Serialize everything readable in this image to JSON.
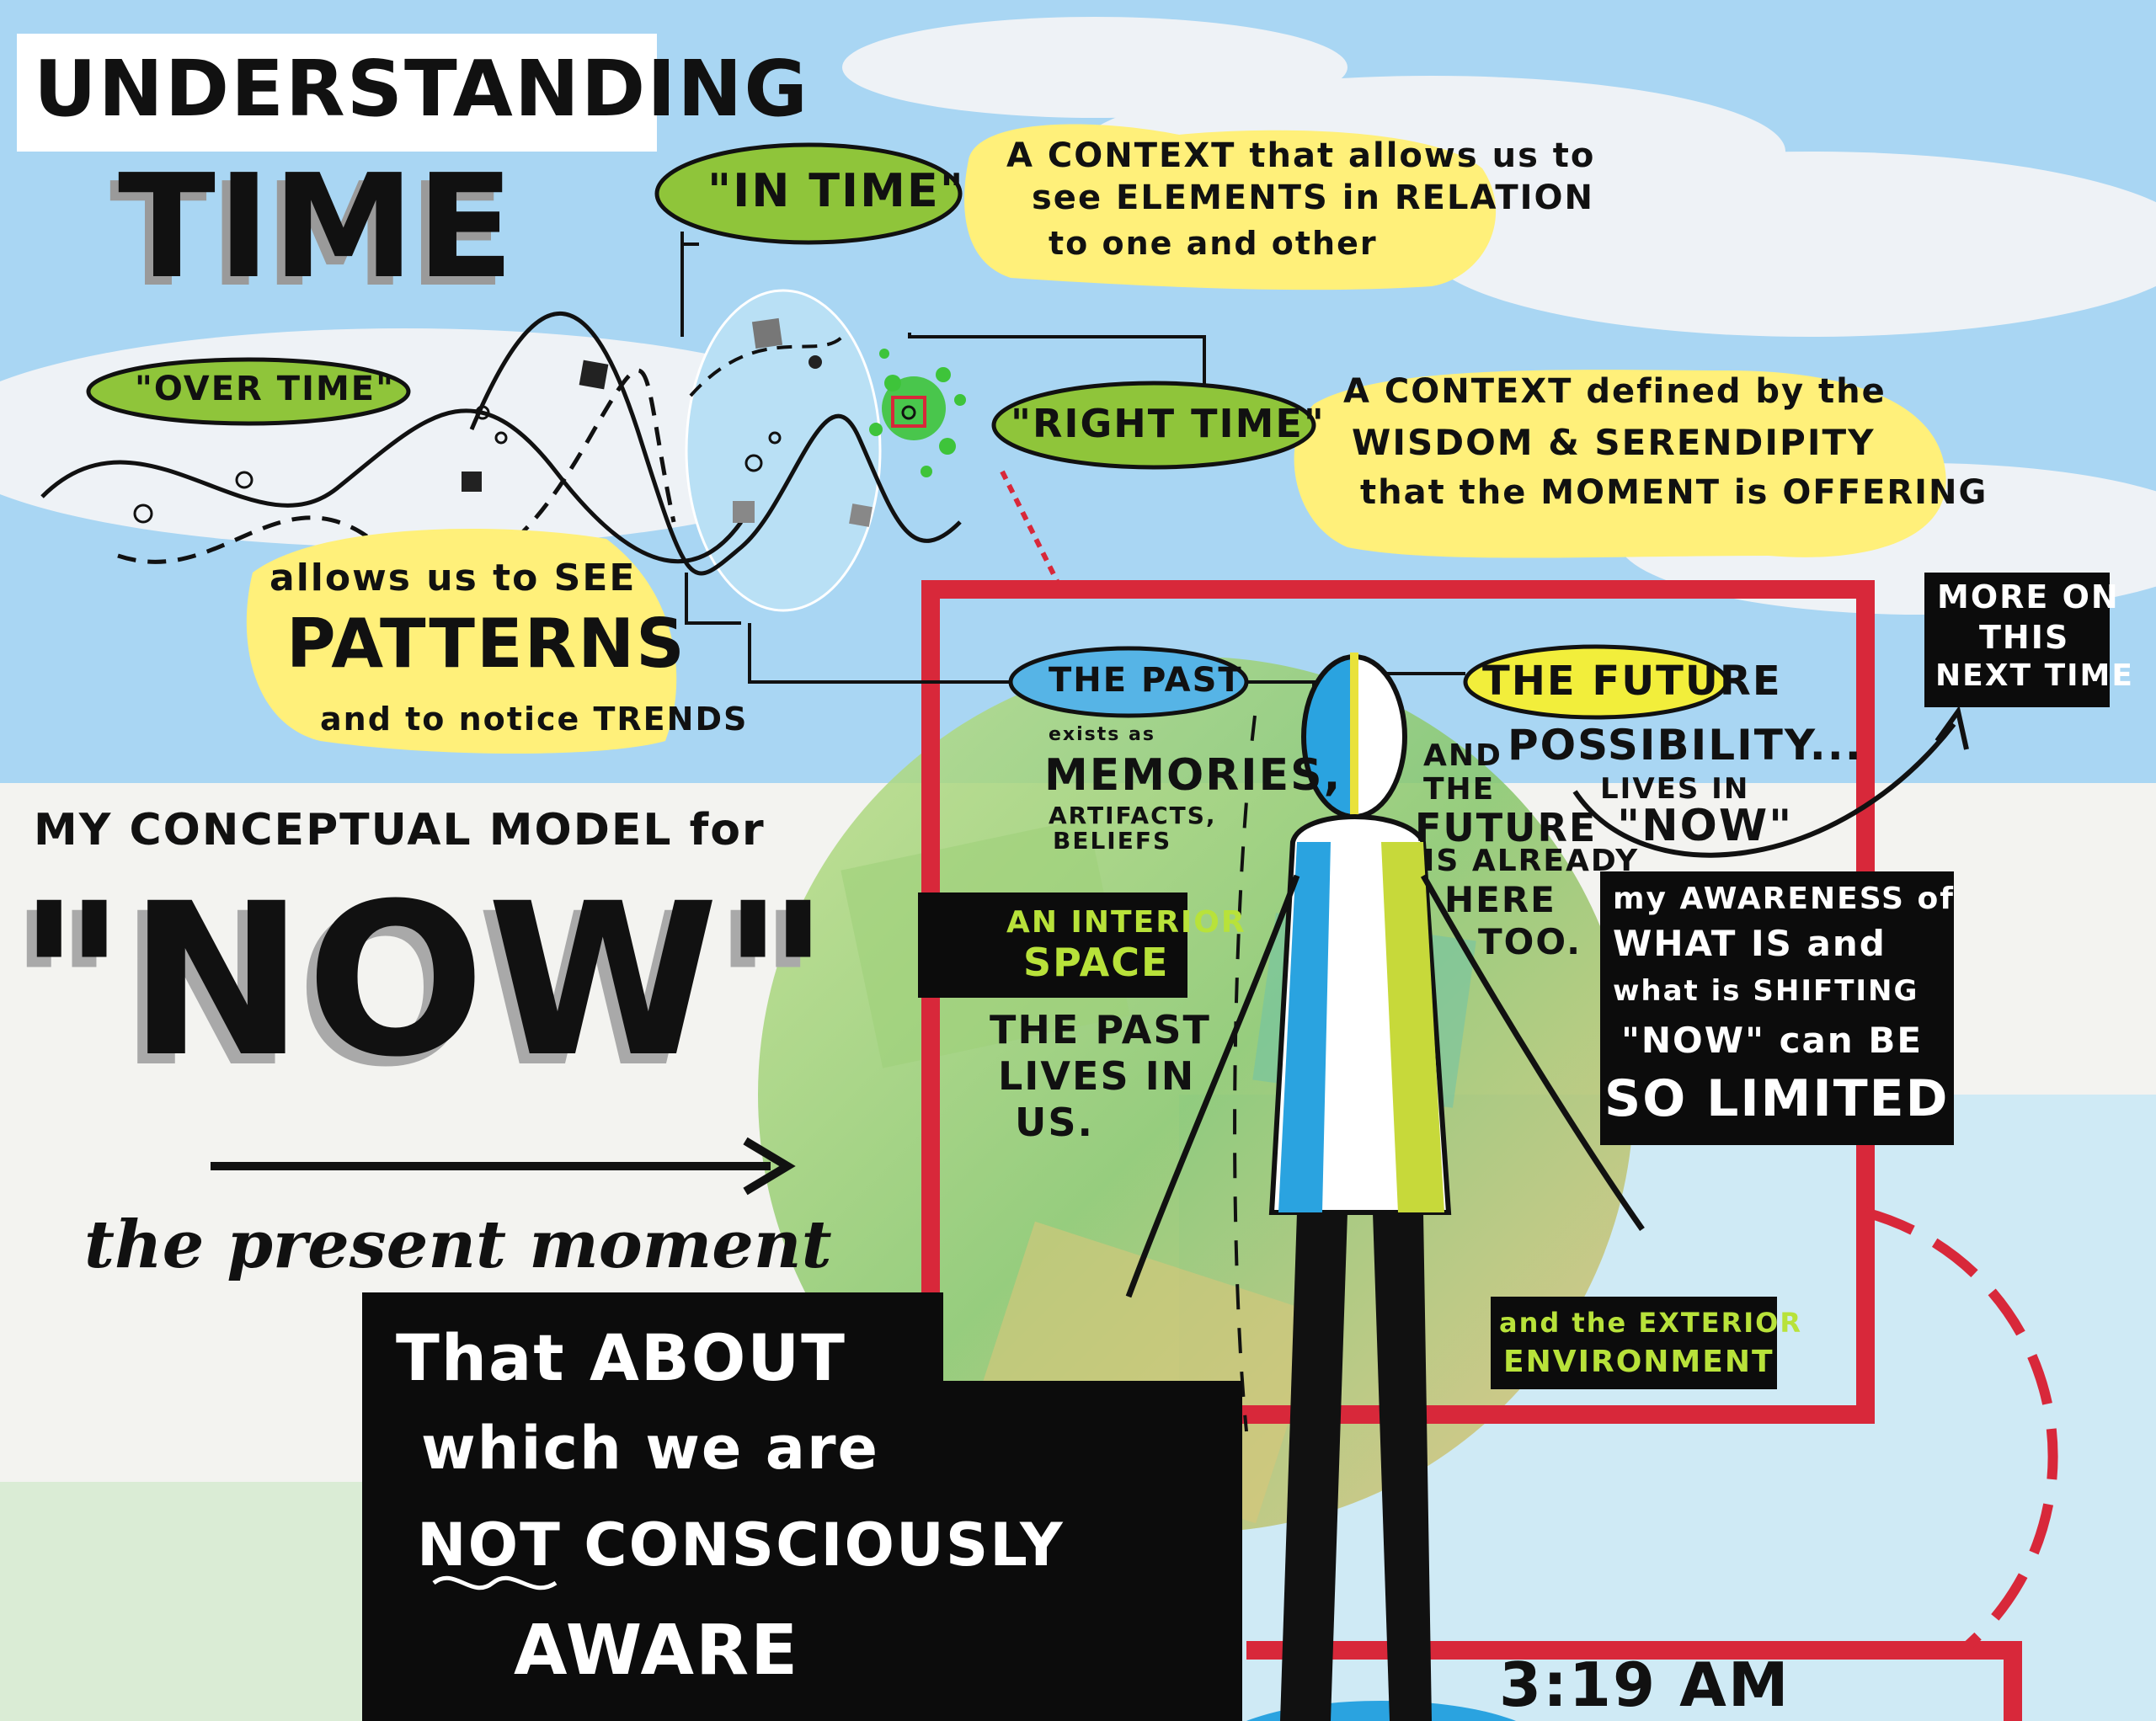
{
  "title": {
    "line1": "UNDERSTANDING",
    "line2": "TIME"
  },
  "over_time": {
    "label": "\"OVER TIME\"",
    "caption_line1": "allows us to SEE",
    "caption_line2": "PATTERNS",
    "caption_line3": "and to notice TRENDS"
  },
  "in_time": {
    "label": "\"IN TIME\"",
    "desc_line1": "A CONTEXT that allows us to",
    "desc_line2": "see ELEMENTS in RELATION",
    "desc_line3": "to one and other"
  },
  "right_time": {
    "label": "\"RIGHT TIME\"",
    "desc_line1": "A CONTEXT defined by the",
    "desc_line2": "WISDOM & SERENDIPITY",
    "desc_line3": "that the MOMENT is OFFERING"
  },
  "more_box": {
    "line1": "MORE ON",
    "line2": "THIS",
    "line3": "NEXT TIME"
  },
  "model": {
    "heading": "MY CONCEPTUAL MODEL for",
    "now": "\"NOW\"",
    "subtitle": "the present moment"
  },
  "black_box": {
    "line1": "That ABOUT",
    "line2": "which we are",
    "line3": "NOT CONSCIOUSLY",
    "line4": "AWARE"
  },
  "past": {
    "label": "THE PAST",
    "exists": "exists as",
    "memories": "MEMORIES,",
    "artifacts": "ARTIFACTS,",
    "beliefs": "BELIEFS",
    "lives_line1": "THE PAST",
    "lives_line2": "LIVES IN",
    "lives_line3": "US."
  },
  "interior": {
    "line1": "AN INTERIOR",
    "line2": "SPACE"
  },
  "future": {
    "label": "THE FUTURE",
    "possibility": "POSSIBILITY...",
    "lives_in": "LIVES IN",
    "now": "\"NOW\"",
    "already_line1": "AND",
    "already_line2": "THE",
    "already_line3": "FUTURE",
    "already_line4": "IS ALREADY",
    "already_line5": "HERE",
    "already_line6": "TOO."
  },
  "awareness": {
    "line1": "my AWARENESS of",
    "line2": "WHAT IS and",
    "line3": "what is SHIFTING",
    "line4": "\"NOW\" can BE",
    "line5": "SO LIMITED"
  },
  "exterior": {
    "line1": "and the EXTERIOR",
    "line2": "ENVIRONMENT"
  },
  "time_label": "3:19 AM",
  "colors": {
    "sky": "#a9d6f3",
    "cloud": "#e9eef4",
    "lime_oval": "#8fc53a",
    "yellow_note": "#fff07a",
    "yellow_oval": "#f2ee3b",
    "past_oval": "#56b4e6",
    "frame_red": "#d8283a",
    "black_box": "#0c0c0c",
    "green_text": "#b8e23a"
  }
}
